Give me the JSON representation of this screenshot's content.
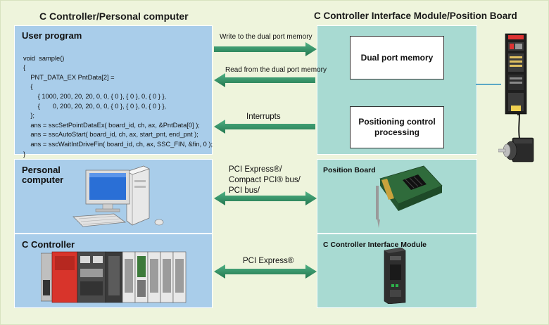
{
  "headers": {
    "left": "C Controller/Personal computer",
    "right": "C Controller Interface Module/Position Board"
  },
  "user_program": {
    "title": "User program",
    "code": [
      "void  sample()",
      "{",
      "    PNT_DATA_EX PntData[2] =",
      "    {",
      "        { 1000, 200, 20, 20, 0, 0, { 0 }, { 0 }, 0, { 0 } },",
      "        {       0, 200, 20, 20, 0, 0, { 0 }, { 0 }, 0, { 0 } },",
      "    };",
      "    ans = sscSetPointDataEx( board_id, ch, ax, &PntData[0] );",
      "    ans = sscAutoStart( board_id, ch, ax, start_pnt, end_pnt );",
      "    ans = sscWaitIntDriveFin( board_id, ch, ax, SSC_FIN, &fin, 0 );",
      "}"
    ]
  },
  "arrows": {
    "write": "Write to the dual port memory",
    "read": "Read from the dual port memory",
    "interrupts": "Interrupts",
    "pci_bus": [
      "PCI Express®/",
      "Compact PCI® bus/",
      "PCI bus/"
    ],
    "pci_express": "PCI Express®"
  },
  "interface_module": {
    "dual_port": "Dual port memory",
    "positioning_1": "Positioning control",
    "positioning_2": "processing"
  },
  "personal_computer": {
    "title_1": "Personal",
    "title_2": "computer"
  },
  "c_controller": {
    "title": "C Controller"
  },
  "position_board": {
    "title": "Position Board"
  },
  "cc_interface_module": {
    "title": "C Controller Interface Module"
  },
  "colors": {
    "blue_panel": "#a9cdea",
    "teal_panel": "#a8dad2",
    "arrow": "#2f8f63",
    "frame": "#eef4dc"
  }
}
